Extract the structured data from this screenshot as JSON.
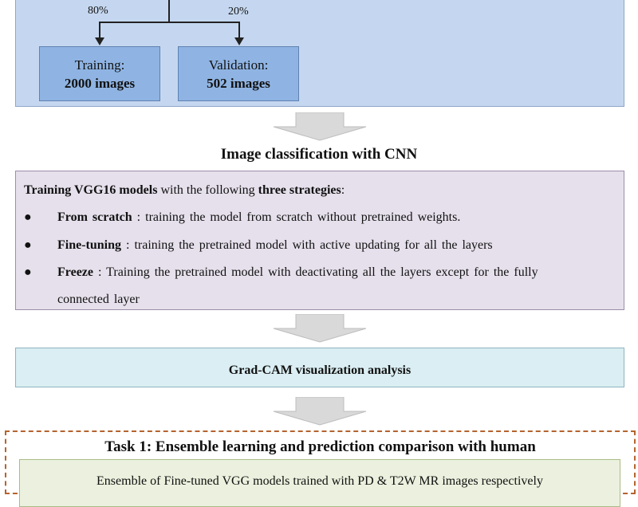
{
  "split": {
    "train_pct": "80%",
    "val_pct": "20%",
    "training": {
      "label": "Training:",
      "count": "2000 images"
    },
    "validation": {
      "label": "Validation:",
      "count": "502 images"
    }
  },
  "classification": {
    "title": "Image classification with CNN",
    "intro_bold": "Training VGG16 models",
    "intro_mid": " with the following ",
    "intro_bold2": "three strategies",
    "intro_end": ":",
    "strategies": [
      {
        "name": "From scratch",
        "desc": " : training the model from scratch without pretrained weights."
      },
      {
        "name": "Fine-tuning",
        "desc": " : training the pretrained model with active updating for all the layers"
      },
      {
        "name": "Freeze",
        "desc": " : Training the pretrained model with deactivating all the layers except for the fully",
        "desc2": "connected layer"
      }
    ]
  },
  "gradcam": {
    "label": "Grad-CAM visualization analysis"
  },
  "task1": {
    "title": "Task 1: Ensemble learning and prediction comparison with human",
    "body": "Ensemble of Fine-tuned VGG models trained with PD & T2W MR images respectively"
  },
  "colors": {
    "top_panel": "#c5d7f0",
    "node": "#8fb4e3",
    "vgg_panel": "#e6e0ec",
    "grad_panel": "#daeef3",
    "task_border": "#b5632e",
    "task_inner": "#ebf1de"
  }
}
